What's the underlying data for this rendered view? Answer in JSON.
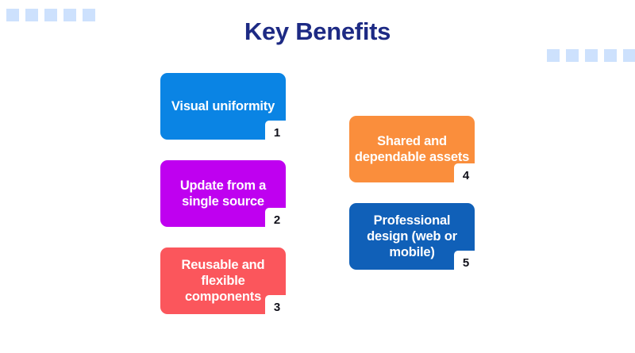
{
  "page": {
    "title": "Key Benefits",
    "background_color": "#ffffff",
    "title_color": "#1d2a84"
  },
  "decorations": {
    "square_color": "#cde1fd",
    "top_left_squares": 5,
    "top_right_squares": 5
  },
  "cards": [
    {
      "number": "1",
      "label": "Visual uniformity",
      "color": "#0a84e4",
      "column": "left"
    },
    {
      "number": "2",
      "label": "Update from a single source",
      "color": "#bf00f0",
      "column": "left"
    },
    {
      "number": "3",
      "label": "Reusable and flexible components",
      "color": "#fb565c",
      "column": "left"
    },
    {
      "number": "4",
      "label": "Shared and dependable assets",
      "color": "#fa8e3c",
      "column": "right"
    },
    {
      "number": "5",
      "label": "Professional design (web or mobile)",
      "color": "#1060b8",
      "column": "right"
    }
  ]
}
